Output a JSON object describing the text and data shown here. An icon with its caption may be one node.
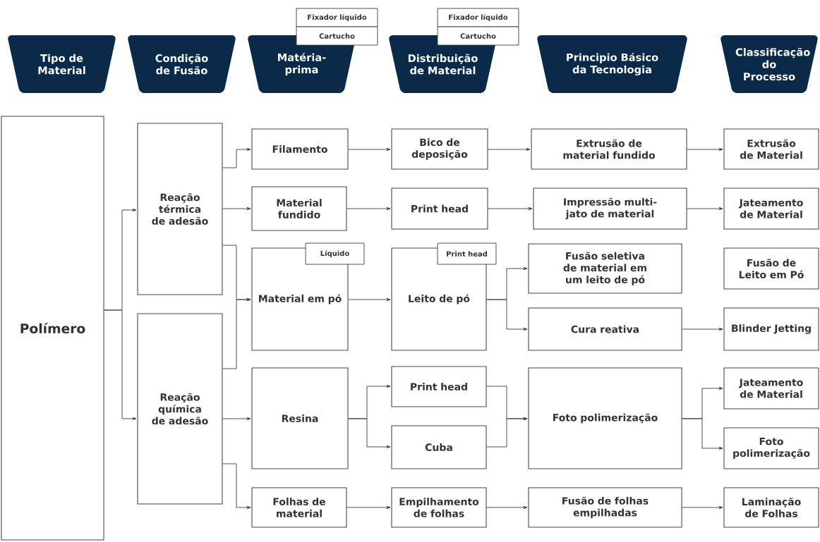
{
  "diagram": {
    "nodes": [
      {
        "text": [
          "Tipo de Material"
        ]
      },
      {
        "text": [
          "Condição de Fusão"
        ]
      },
      {
        "text": [
          "Matéria-prima"
        ]
      },
      {
        "text": [
          "Distribuição de Material"
        ]
      },
      {
        "text": [
          "Principio Básico da Tecnologia"
        ]
      },
      {
        "text": [
          "Classificação do Processo"
        ]
      },
      {
        "text": [
          "Fixador líquido"
        ]
      },
      {
        "text": [
          "Cartucho"
        ]
      },
      {
        "text": [
          "Fixador líquido"
        ]
      },
      {
        "text": [
          "Cartucho"
        ]
      },
      {
        "text": [
          "Polímero"
        ]
      },
      {
        "text": [
          "Reação térmica de adesão"
        ]
      },
      {
        "text": [
          "Reação química de adesão"
        ]
      },
      {
        "text": [
          "Filamento"
        ]
      },
      {
        "text": [
          "Material fundido"
        ]
      },
      {
        "text": [
          "Material em pó"
        ]
      },
      {
        "text": [
          "Líquido"
        ]
      },
      {
        "text": [
          "Resina"
        ]
      },
      {
        "text": [
          "Folhas de material"
        ]
      },
      {
        "text": [
          "Bico de deposição"
        ]
      },
      {
        "text": [
          "Print head"
        ]
      },
      {
        "text": [
          "Leito de pó"
        ]
      },
      {
        "text": [
          "Print head"
        ]
      },
      {
        "text": [
          "Print head"
        ]
      },
      {
        "text": [
          "Cuba"
        ]
      },
      {
        "text": [
          "Empilhamento de folhas"
        ]
      },
      {
        "text": [
          "Extrusão de material fundido"
        ]
      },
      {
        "text": [
          "Impressão multi-jato de material"
        ]
      },
      {
        "text": [
          "Fusão seletiva de material em um leito de pó"
        ]
      },
      {
        "text": [
          "Cura reativa"
        ]
      },
      {
        "text": [
          "Foto polimerização"
        ]
      },
      {
        "text": [
          "Fusão de folhas empilhadas"
        ]
      },
      {
        "text": [
          "Extrusão de Material"
        ]
      },
      {
        "text": [
          "Jateamento de Material"
        ]
      },
      {
        "text": [
          "Fusão de Leito em Pó"
        ]
      },
      {
        "text": [
          "Blinder Jetting"
        ]
      },
      {
        "text": [
          "Jateamento de Material"
        ]
      },
      {
        "text": [
          "Foto polimerização"
        ]
      },
      {
        "text": [
          "Laminação de Folhas"
        ]
      }
    ],
    "edges": [
      {
        "from": 10,
        "to": 11,
        "arrow": "to"
      },
      {
        "from": 10,
        "to": 12,
        "arrow": "to"
      },
      {
        "from": 11,
        "to": 13,
        "arrow": "to"
      },
      {
        "from": 11,
        "to": 14,
        "arrow": "to"
      },
      {
        "from": 11,
        "to": 15,
        "arrow": "to"
      },
      {
        "from": 12,
        "to": 15,
        "arrow": "to"
      },
      {
        "from": 12,
        "to": 17,
        "arrow": "to"
      },
      {
        "from": 12,
        "to": 18,
        "arrow": "to"
      },
      {
        "from": 13,
        "to": 19,
        "arrow": "to"
      },
      {
        "from": 19,
        "to": 26,
        "arrow": "to"
      },
      {
        "from": 26,
        "to": 32,
        "arrow": "to"
      },
      {
        "from": 14,
        "to": 20,
        "arrow": "to"
      },
      {
        "from": 20,
        "to": 27,
        "arrow": "to"
      },
      {
        "from": 27,
        "to": 33,
        "arrow": "to"
      },
      {
        "from": 15,
        "to": 21,
        "arrow": "to"
      },
      {
        "from": 21,
        "to": 28,
        "arrow": "to"
      },
      {
        "from": 21,
        "to": 29,
        "arrow": "to"
      },
      {
        "from": 29,
        "to": 35,
        "arrow": "to"
      },
      {
        "from": 17,
        "to": 23,
        "arrow": "to"
      },
      {
        "from": 17,
        "to": 24,
        "arrow": "to"
      },
      {
        "from": 23,
        "to": 30,
        "arrow": "to"
      },
      {
        "from": 24,
        "to": 30,
        "arrow": "to"
      },
      {
        "from": 30,
        "to": 36,
        "arrow": "to"
      },
      {
        "from": 30,
        "to": 37,
        "arrow": "to"
      },
      {
        "from": 18,
        "to": 25,
        "arrow": "to"
      },
      {
        "from": 25,
        "to": 31,
        "arrow": "to"
      },
      {
        "from": 31,
        "to": 38,
        "arrow": "to"
      }
    ]
  }
}
